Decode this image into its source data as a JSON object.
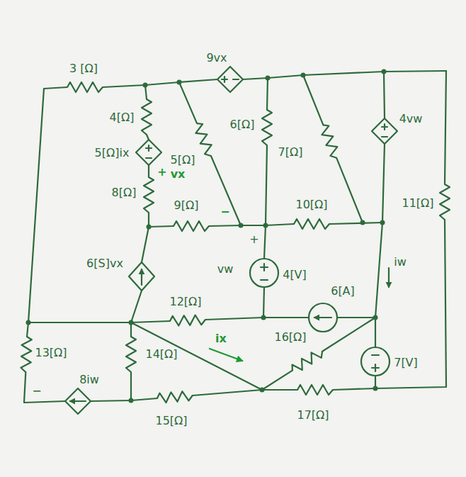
{
  "diagram": {
    "labels": [
      "3 [Ω]",
      "9vx",
      "4[Ω]",
      "5[Ω]ix",
      "5[Ω]",
      "6[Ω]",
      "7[Ω]",
      "4vw",
      "+",
      "vx",
      "8[Ω]",
      "9[Ω]",
      "−",
      "10[Ω]",
      "11[Ω]",
      "+",
      "6[S]vx",
      "vw",
      "4[V]",
      "6[A]",
      "iw",
      "12[Ω]",
      "ix",
      "13[Ω]",
      "8iw",
      "−",
      "14[Ω]",
      "15[Ω]",
      "16[Ω]",
      "17[Ω]",
      "7[V]"
    ]
  }
}
